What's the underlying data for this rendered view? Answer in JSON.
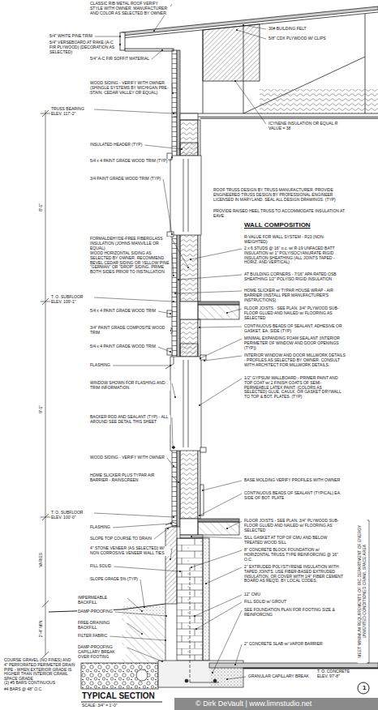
{
  "diagram": {
    "title": "TYPICAL SECTION",
    "labels": [
      "CLASSIC RIB METAL ROOF VERIFY STYLE WITH OWNER, MANUFACTURER AND COLOR AS SELECTED BY OWNER.",
      "5/4\" WHITE PINE TRIM",
      "5/4\" VERSEBOARD AT RAKE (A-C FIR PLYWOOD) (DECORATION AS SELECTED)",
      "5/4\" A-C FIR SOFFIT MATERIAL",
      "WOOD SIDING - VERIFY WITH OWNER. (SHINGLE SYSTEMS BY MICHIGAN PRE-STAIN, CEDAR VALLEY OR EQUAL)",
      "TRUSS BEARING ELEV. 117'-2\"",
      "INSULATED HEADER (TYP)",
      "5/4 x 4 PAINT GRADE WOOD TRIM (TYP)",
      "3/4 PAINT GRADE WOOD TRIM (TYP)",
      "FORMALDEHYDE-FREE FIBERGLASS INSULATION (JOHNS MANVILLE OR EQUAL)",
      "WOOD HORIZONTAL SIDING AS SELECTED BY OWNER. RECOMMEND BEVEL CEDAR SIDING OR YELLOW PINE \"GERMAN\" OR \"DROP\" SIDING. PRIME BOTH SIDES PRIOR TO INSTALLATION",
      "T. O. SUBFLOOR ELEV. 109'-1\"",
      "5/4 x 4 PAINT GRADE WOOD TRIM",
      "3/4\" PAINT GRADE COMPOSITE WOOD TRIM",
      "5/4 x 4 PAINT GRADE WOOD TRIM",
      "FLASHING",
      "WINDOW SHOWN FOR FLASHING AND TRIM INFORMATION.",
      "BACKER ROD AND SEALANT (TYP) - ALL AROUND SEE DETAIL THIS SHEET",
      "WOOD SIDING - VERIFY WITH OWNER",
      "HOME SLICKER PLUS TYPAR AIR BARRIER - RAINSCREEN",
      "T. O. SUBFLOOR ELEV. 100'-0\"",
      "FLASHING",
      "SLOPE TOP COURSE TO DRAIN",
      "4\" STONE VENEER (AS SELECTED) W/ NON CORROSIVE VENEER WALL TIES",
      "FILL SOLID",
      "SLOPE GRADE 5% (TYP)",
      "IMPERMEABLE BACKFILL",
      "DAMP-PROOFING",
      "FREE-DRAINING BACKFILL",
      "FILTER FABRIC",
      "DAMP-PROOFING CAPILLARY BREAK OVER FOOTING",
      "COURSE GRAVEL (NO FINES) AND 4\" PERFORATED PERIMETER DRAIN PIPE - WHEN EXTERIOR GRADE IS HIGHER THAN INTERIOR CRAWL SPACE GRADE",
      "(2) #5 BARS CONTINUOUS",
      "#4 BARS @ 48\" O.C.",
      "30# BUILDING FELT",
      "5/8\" CDX PLYWOOD W/ CLIPS",
      "ICYNENE INSULATION OR EQUAL R VALUE = 38",
      "ROOF TRUSS DESIGN BY TRUSS MANUFACTURER. PROVIDE ENGINEERED TRUSS DESIGN BY PROFESSIONAL ENGINEER LICENSED IN MARYLAND. SEAL ALL DESIGN DRAWINGS. (TYP)",
      "PROVIDE RAISED HEEL TRUSS TO ACCOMMODATE INSULATION AT EAVE.",
      "WALL COMPOSITION",
      "R-VALUE FOR WALL SYSTEM - R23 (NON-WEIGHTED)",
      "2 x 6 STUDS @ 16\" o.c. w/ R-19 UNFACED BATT INSULATION w/ 1\" POLYISOCYANURATE RIGID INSULATION SHEATHING (ALL JOINTS TAPED - HORIZ. AND VERTICAL)",
      "AT BUILDING CORNERS - 7/16\" APA RATED OSB SHEATHING 1/2\" POLYISO RIGID INSULATION",
      "HOME SLICKER w/ TYPAR HOUSE WRAP - AIR BARRIER (INSTALL PER MANUFACTURER'S INSTRUCTIONS)",
      "FLOOR JOISTS - SEE PLAN. 3/4\" PLYWOOD SUB-FLOOR GLUED AND NAILED w/ FLOORING AS SELECTED",
      "CONTINUOUS BEADS OF SEALANT, ADHESIVE OR GASKET, EA. SIDE (TYP)",
      "MINIMAL EXPANDING FOAM SEALANT (INTERIOR PERIMETER OF WINDOW AND DOOR OPENINGS (TYP))",
      "INTERIOR WINDOW AND DOOR MILLWORK DETAILS - PROFILES AS SELECTED BY OWNER. CONSULT WITH ARCHITECT FOR MILLWORK DETAILS.",
      "1/2\" GYPSUM WALLBOARD - PRIMER PAINT AND TOP COAT w/ 2 FINISH COATS OF SEMI-PERMEABLE LATEX PAINT. (COLORS AS SELECTED) GLUE, CAULK, OR GASKET DRYWALL TO TOP & BOT. PLATES. (TYP)",
      "BASE MOLDING VERIFY PROFILES WITH OWNER",
      "CONTINUOUS BEADS OF SEALANT (TYPICAL) EA. SIDE OF BOT. PLATE",
      "FLOOR JOISTS - SEE PLAN. 3/4\" PLYWOOD SUB-FLOOR GLUED AND NAILED w/ FLOORING AS SELECTED",
      "SILL GASKET AT TOP OF CMU AND BELOW TREATED WOOD SILL",
      "8\" CONCRETE BLOCK FOUNDATION w/ HORIZONTAL TRUSS TYPE REINFORCING @ 16\" O.C.",
      "2\" EXTRUDED POLYSTYRENE INSULATION WITH TAPED JOINTS. USE FIBER-BASED EXTRUDED INSULATION, OR COVER WITH 1/4\" FIBER CEMENT BOARD AS REQ'D. BY LOCAL CODES.",
      "12\" CMU",
      "FILL SOLID w/ GROUT",
      "SEE FOUNDATION PLAN FOR FOOTING SIZE & REINFORCING",
      "2\" CONCRETE SLAB w/ VAPOR BARRIER",
      "GRANULAR CAPILLARY BREAK",
      "T. O. CONCRETE ELEV. 97'-8\"",
      "MEET MINIMUM REQUIREMENTS OF IRC DEPARTMENT OF ENERGY UNVENTED CONDITIONED CRAWL SPACE AREA",
      "8'-1\"",
      "9'-1\"",
      "VARIES",
      "2'-4\" MIN",
      "SCALE: 3/4\" = 1'-0\"",
      "1",
      "© Dirk DeVault | www.limnstudio.net"
    ]
  }
}
